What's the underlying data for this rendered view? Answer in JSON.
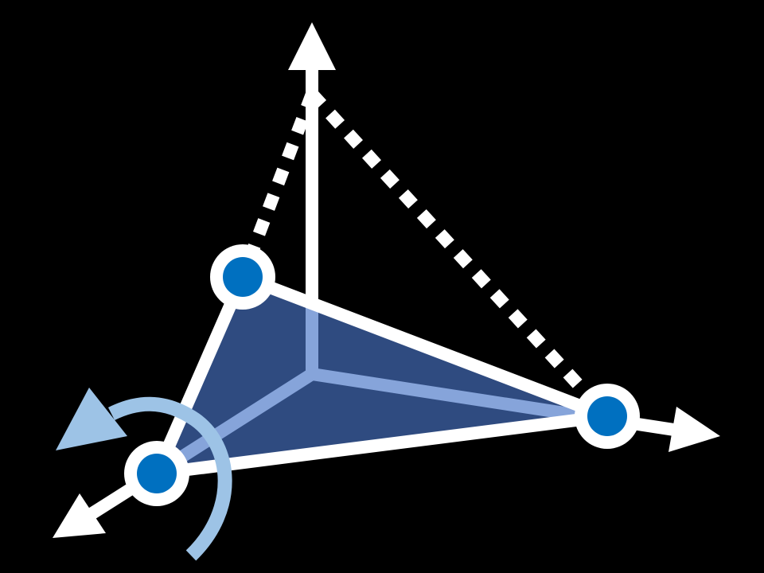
{
  "diagram": {
    "icon": "3d-plane-rotate-icon",
    "colors": {
      "background": "#000000",
      "axis": "#ffffff",
      "plane_fill": "#2f4b80",
      "axis_inside_plane": "#86a4da",
      "vertex_ring": "#ffffff",
      "vertex_dot": "#0070c0",
      "rotation_arrow": "#9dc3e6"
    },
    "vertices": [
      "top-left",
      "right",
      "bottom-left"
    ],
    "axes": [
      "up",
      "right",
      "down-left"
    ]
  }
}
